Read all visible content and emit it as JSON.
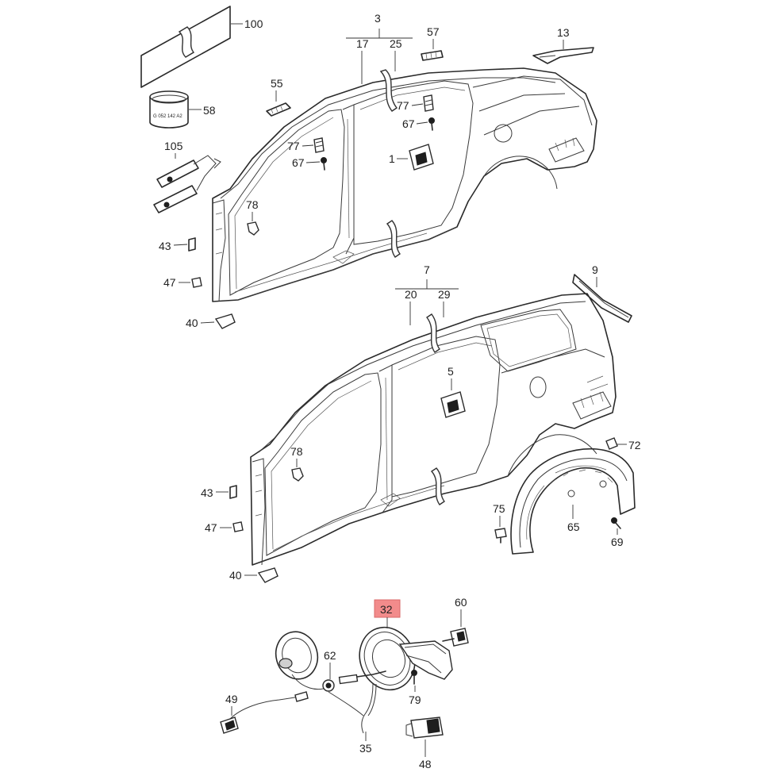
{
  "callouts": {
    "c100": "100",
    "c58": "58",
    "c105": "105",
    "c55": "55",
    "c3": "3",
    "c17": "17",
    "c25": "25",
    "c57": "57",
    "c13": "13",
    "c77a": "77",
    "c67a": "67",
    "c77b": "77",
    "c67b": "67",
    "c1": "1",
    "c78a": "78",
    "c43a": "43",
    "c47a": "47",
    "c40a": "40",
    "c7": "7",
    "c20": "20",
    "c29": "29",
    "c9": "9",
    "c5": "5",
    "c72": "72",
    "c78b": "78",
    "c43b": "43",
    "c47b": "47",
    "c40b": "40",
    "c75": "75",
    "c65": "65",
    "c69": "69",
    "c32": "32",
    "c60": "60",
    "c62": "62",
    "c49": "49",
    "c79": "79",
    "c35": "35",
    "c48": "48"
  },
  "highlighted_part": "32",
  "tube_label": "G 052 142 A2",
  "colors": {
    "highlight": "#f28b8b",
    "line": "#2a2a2a",
    "background": "#ffffff"
  }
}
